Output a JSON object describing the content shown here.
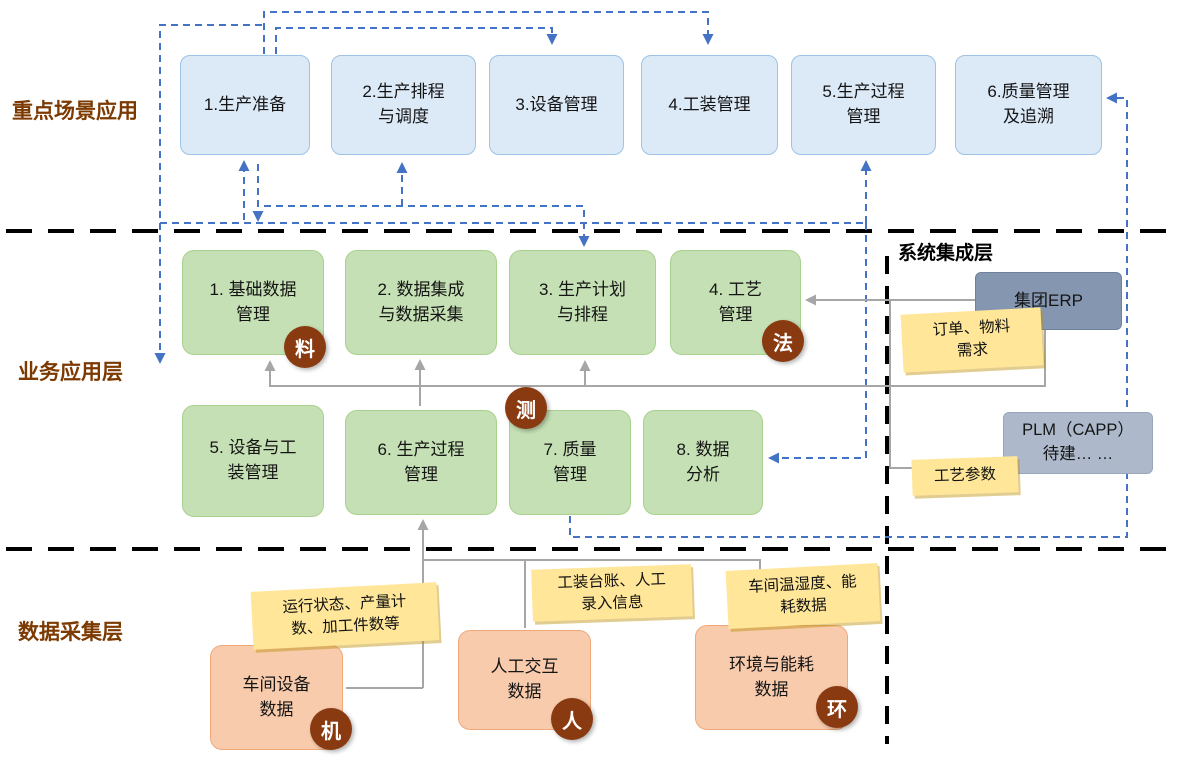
{
  "layers": {
    "scenario": "重点场景应用",
    "business": "业务应用层",
    "collection": "数据采集层",
    "integration": "系统集成层"
  },
  "scenario_boxes": [
    {
      "label": "1.生产准备"
    },
    {
      "label": "2.生产排程\n与调度"
    },
    {
      "label": "3.设备管理"
    },
    {
      "label": "4.工装管理"
    },
    {
      "label": "5.生产过程\n管理"
    },
    {
      "label": "6.质量管理\n及追溯"
    }
  ],
  "business_boxes": [
    {
      "label": "1. 基础数据\n管理",
      "badge": "料"
    },
    {
      "label": "2. 数据集成\n与数据采集"
    },
    {
      "label": "3. 生产计划\n与排程"
    },
    {
      "label": "4. 工艺\n管理",
      "badge": "法"
    },
    {
      "label": "5. 设备与工\n装管理"
    },
    {
      "label": "6. 生产过程\n管理"
    },
    {
      "label": "7. 质量\n管理"
    },
    {
      "label": "8. 数据\n分析"
    }
  ],
  "measure_badge": "测",
  "integration": {
    "erp": "集团ERP",
    "order_note": "订单、物料\n需求",
    "plm": "PLM（CAPP）\n待建… …",
    "process_note": "工艺参数"
  },
  "data_boxes": [
    {
      "label": "车间设备\n数据",
      "badge": "机",
      "note": "运行状态、产量计\n数、加工件数等"
    },
    {
      "label": "人工交互\n数据",
      "badge": "人",
      "note": "工装台账、人工\n录入信息"
    },
    {
      "label": "环境与能耗\n数据",
      "badge": "环",
      "note": "车间温湿度、能\n耗数据"
    }
  ],
  "colors": {
    "scenario_fill": "#DCE9F7",
    "scenario_border": "#9DC3E6",
    "business_fill": "#C5E0B4",
    "data_fill": "#F8CBAD",
    "note_fill": "#FFE699",
    "erp_fill": "#8496B0",
    "plm_fill": "#ADB9CA",
    "badge_fill": "#8A3A10",
    "arrow_blue": "#4472C4",
    "arrow_gray": "#A6A6A6",
    "layer_label": "#7C3900"
  }
}
